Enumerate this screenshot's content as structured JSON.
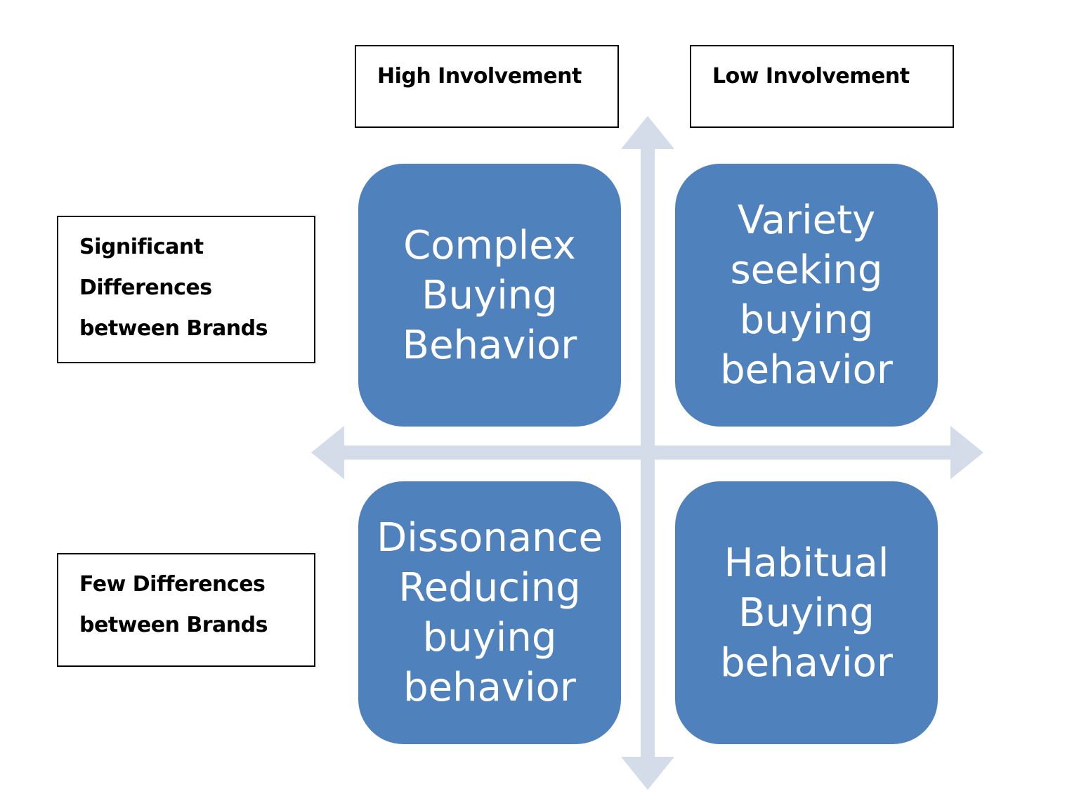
{
  "colors": {
    "quadrant_fill": "#4f81bd",
    "quadrant_text": "#ffffff",
    "axis": "#d4dbe9",
    "label_border": "#000000"
  },
  "column_labels": {
    "high": "High Involvement",
    "low": "Low Involvement"
  },
  "row_labels": {
    "significant": "Significant\nDifferences\nbetween Brands",
    "few": "Few Differences\nbetween Brands"
  },
  "quadrants": {
    "top_left": "Complex\nBuying\nBehavior",
    "top_right": "Variety\nseeking\nbuying\nbehavior",
    "bottom_left": "Dissonance\nReducing\nbuying\nbehavior",
    "bottom_right": "Habitual\nBuying\nbehavior"
  }
}
